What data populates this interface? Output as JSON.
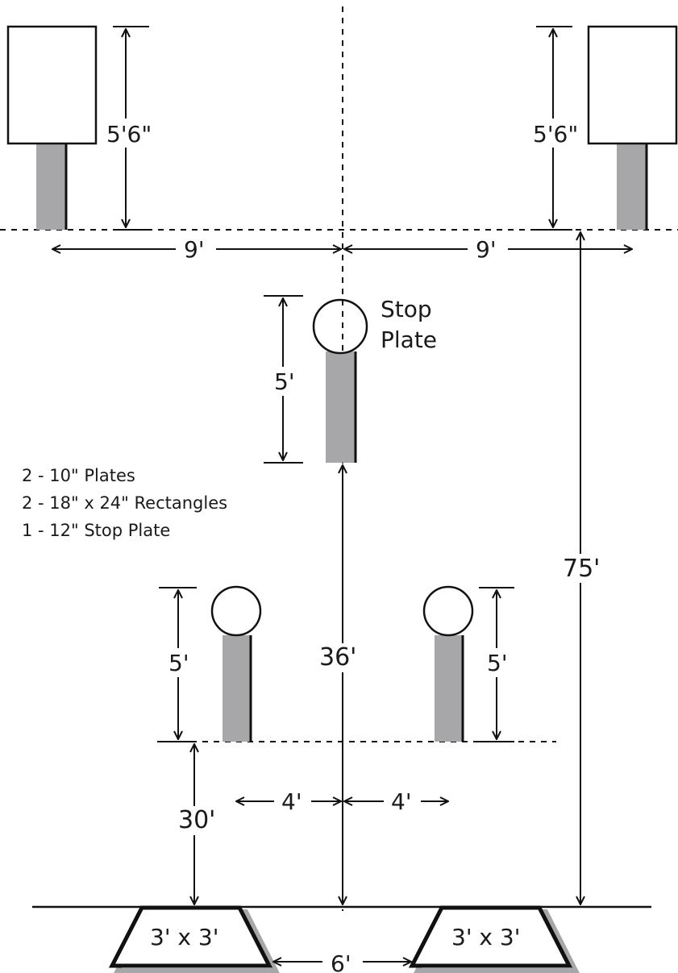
{
  "targets": {
    "stop_plate_label_line1": "Stop",
    "stop_plate_label_line2": "Plate"
  },
  "dimensions": {
    "rect_left_height": "5'6\"",
    "rect_right_height": "5'6\"",
    "rect_left_offset": "9'",
    "rect_right_offset": "9'",
    "stop_plate_height": "5'",
    "plate_left_height": "5'",
    "plate_right_height": "5'",
    "stop_plate_distance": "36'",
    "rectangles_distance": "75'",
    "plates_distance": "30'",
    "plate_left_offset": "4'",
    "plate_right_offset": "4'",
    "box_spacing": "6'"
  },
  "shooting_boxes": [
    {
      "label": "3' x 3'"
    },
    {
      "label": "3' x 3'"
    }
  ],
  "legend": [
    "2 - 10\" Plates",
    "2 - 18\" x 24\" Rectangles",
    "1 - 12\" Stop Plate"
  ]
}
